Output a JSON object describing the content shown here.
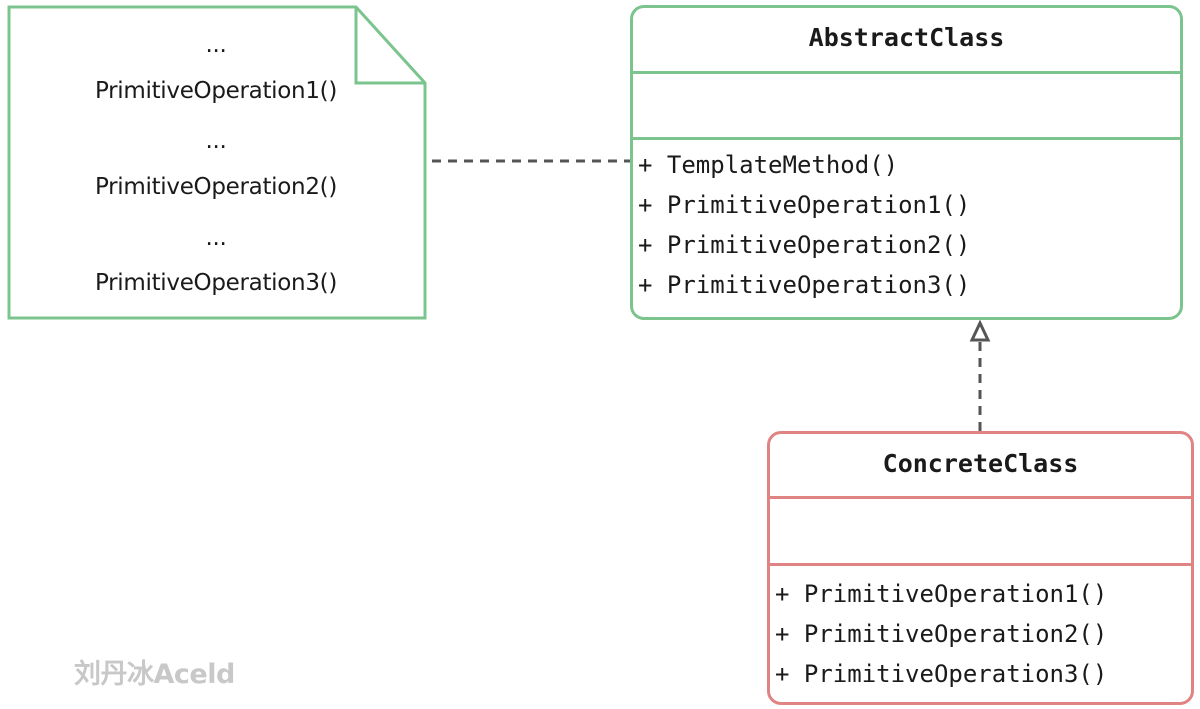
{
  "note": {
    "lines": [
      "...",
      "PrimitiveOperation1()",
      "...",
      "PrimitiveOperation2()",
      "...",
      "PrimitiveOperation3()"
    ]
  },
  "abstract_class": {
    "name": "AbstractClass",
    "operations": [
      "+ TemplateMethod()",
      "+ PrimitiveOperation1()",
      "+ PrimitiveOperation2()",
      "+ PrimitiveOperation3()"
    ]
  },
  "concrete_class": {
    "name": "ConcreteClass",
    "operations": [
      "+ PrimitiveOperation1()",
      "+ PrimitiveOperation2()",
      "+ PrimitiveOperation3()"
    ]
  },
  "watermark": "刘丹冰Aceld",
  "colors": {
    "abstract_border": "#7cc48e",
    "concrete_border": "#e08383",
    "connector": "#555555"
  }
}
